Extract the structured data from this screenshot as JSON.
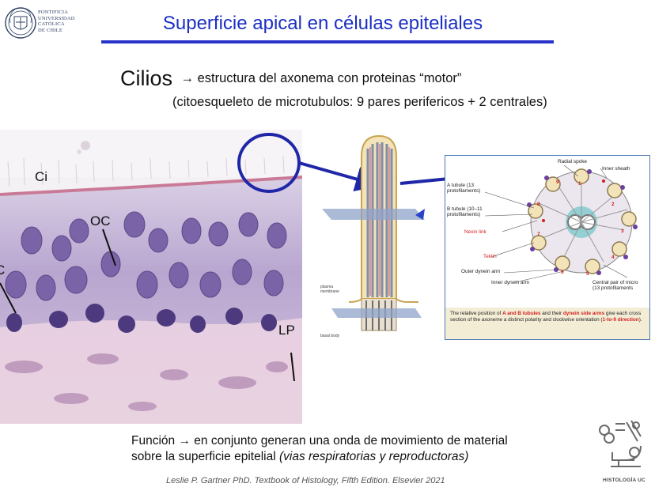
{
  "university_logo": {
    "lines": [
      "PONTIFICIA",
      "UNIVERSIDAD",
      "CATÓLICA",
      "DE CHILE"
    ]
  },
  "title": "Superficie apical en células epiteliales",
  "cilios": {
    "term": "Cilios",
    "arrow": "→",
    "definition": "estructura del axonema con proteinas “motor”",
    "detail": "(citoesqueleto de microtubulos: 9 pares  perifericos + 2 centrales)"
  },
  "histology": {
    "labels": {
      "ci": "Ci",
      "oc": "OC",
      "c": "C",
      "lp": "LP"
    }
  },
  "axoneme": {
    "label_plasma": "plasma membrane",
    "label_basal": "basal body"
  },
  "cross_section": {
    "labels": {
      "radial_spoke": "Radial spoke",
      "inner_sheath": "Inner sheath",
      "a_tubule_1": "A tubule (13",
      "a_tubule_2": "protofilaments)",
      "b_tubule_1": "B tubule (10–11",
      "b_tubule_2": "protofilaments)",
      "nexin_link": "Nexin link",
      "tektin": "Tektin",
      "outer_dynein": "Outer dynein arm",
      "inner_dynein": "Inner dynein arm",
      "central_pair_1": "Central pair of micro",
      "central_pair_2": "(13 protofilaments"
    },
    "numbers": [
      "1",
      "2",
      "3",
      "4",
      "5",
      "6",
      "7",
      "8",
      "9"
    ],
    "caption": {
      "p1": "The relative position of ",
      "p2": "A and B tubules",
      "p3": " and their ",
      "p4": "dynein side arms",
      "p5": " give each cross section of the axoneme a distinct polarity and clockwise orientation (",
      "p6": "1-to-9 direction",
      "p7": ")."
    }
  },
  "function": {
    "lead": "Función",
    "arrow": "→",
    "text_line1": " en conjunto generan una onda de movimiento de material",
    "text_line2": "sobre la superficie epitelial ",
    "text_italic": "(vias respiratorias y reproductoras)"
  },
  "citation": "Leslie P. Gartner PhD. Textbook of Histology, Fifth Edition. Elsevier 2021",
  "histologia_logo": "HISTOLOGÍA UC",
  "colors": {
    "title_blue": "#1a2fc4",
    "circle_blue": "#1f27a8",
    "red": "#d11f1f"
  }
}
